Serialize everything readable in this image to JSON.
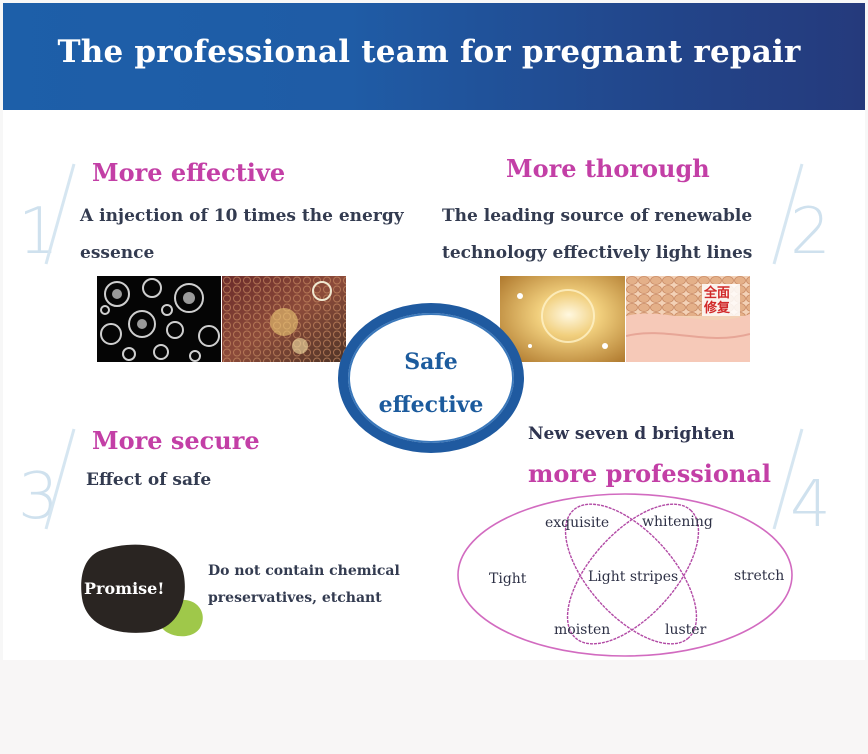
{
  "banner": {
    "title": "The professional team for pregnant repair"
  },
  "sections": [
    {
      "number": "1",
      "heading": "More effective",
      "lines": [
        "A injection of 10 times the energy",
        "essence"
      ]
    },
    {
      "number": "2",
      "heading": "More thorough",
      "lines": [
        "The leading source of renewable",
        "technology effectively light lines"
      ],
      "image_caption": "全面\n修复"
    },
    {
      "number": "3",
      "heading": "More secure",
      "lines": [
        "Effect of safe"
      ]
    },
    {
      "number": "4",
      "heading": "more professional",
      "subheading": "New seven d brighten"
    }
  ],
  "center": {
    "line1": "Safe",
    "line2": "effective"
  },
  "promise": {
    "badge": "Promise!",
    "lines": [
      "Do not contain chemical",
      "preservatives, etchant"
    ]
  },
  "venn": {
    "center": "Light stripes",
    "left": "Tight",
    "right": "stretch",
    "top_left": "exquisite",
    "top_right": "whitening",
    "bottom_left": "moisten",
    "bottom_right": "luster"
  },
  "colors": {
    "banner": "#1f5ca6",
    "heading": "#c33fa6",
    "circle": "#1f5aa0",
    "number": "#cfe1ee"
  }
}
